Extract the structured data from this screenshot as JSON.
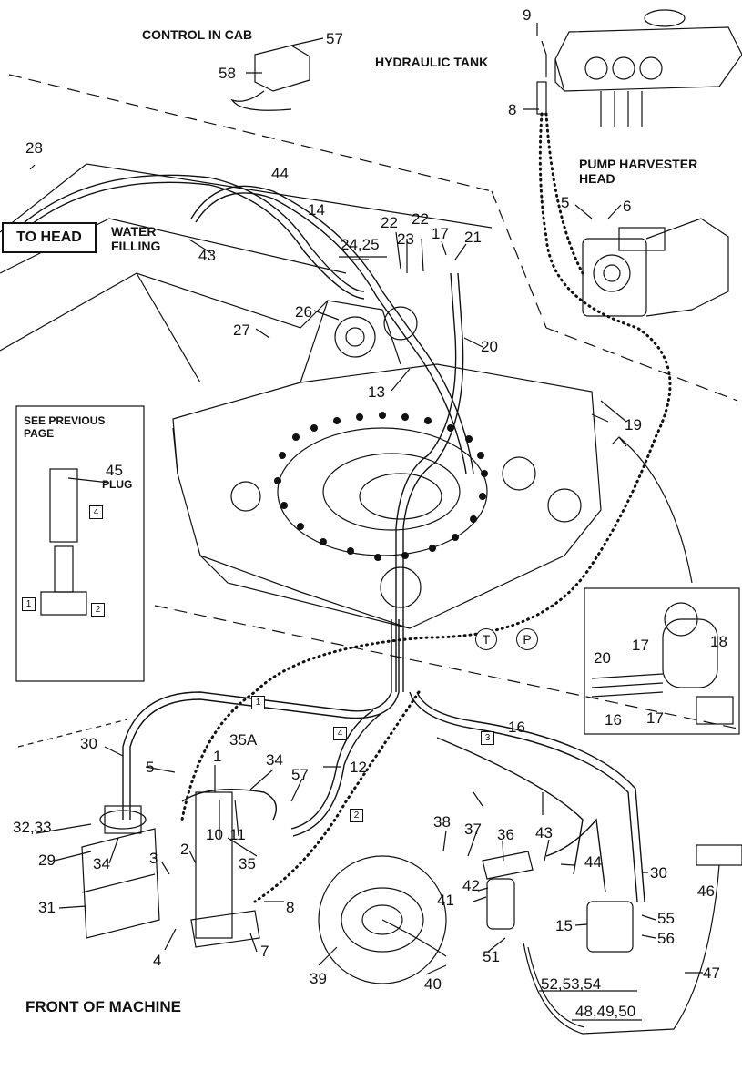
{
  "captions": {
    "control_in_cab": "CONTROL IN CAB",
    "hydraulic_tank": "HYDRAULIC TANK",
    "pump_harvester_head": "PUMP HARVESTER HEAD",
    "water_filling": "WATER FILLING",
    "see_previous_page": "SEE PREVIOUS PAGE",
    "plug": "PLUG",
    "front_of_machine": "FRONT OF MACHINE",
    "to_head": "TO HEAD"
  },
  "callouts": {
    "n1": "1",
    "n2": "2",
    "n3": "3",
    "n4": "4",
    "n5a": "5",
    "n5b": "5",
    "n6": "6",
    "n7": "7",
    "n8a": "8",
    "n8b": "8",
    "n9": "9",
    "n10": "10",
    "n11": "11",
    "n12": "12",
    "n13": "13",
    "n14": "14",
    "n15": "15",
    "n16a": "16",
    "n16b": "16",
    "n17a": "17",
    "n17b": "17",
    "n17c": "17",
    "n18": "18",
    "n19": "19",
    "n20a": "20",
    "n20b": "20",
    "n21": "21",
    "n22a": "22",
    "n22b": "22",
    "n23": "23",
    "n2425": "24,25",
    "n26": "26",
    "n27": "27",
    "n28": "28",
    "n29": "29",
    "n30a": "30",
    "n30b": "30",
    "n31": "31",
    "n3233": "32,33",
    "n34a": "34",
    "n34b": "34",
    "n35": "35",
    "n35a": "35A",
    "n36": "36",
    "n37": "37",
    "n38": "38",
    "n39": "39",
    "n40": "40",
    "n41": "41",
    "n42": "42",
    "n43a": "43",
    "n43b": "43",
    "n44a": "44",
    "n44b": "44",
    "n45": "45",
    "n46": "46",
    "n47": "47",
    "n484950": "48,49,50",
    "n51": "51",
    "n525354": "52,53,54",
    "n55": "55",
    "n56": "56",
    "n57a": "57",
    "n57b": "57",
    "n58": "58"
  },
  "boxes": {
    "b1": "1",
    "b2": "2",
    "b3": "3",
    "b4": "4",
    "i1": "1",
    "i2": "2",
    "i4": "4"
  },
  "ports": {
    "t": "T",
    "p": "P"
  }
}
